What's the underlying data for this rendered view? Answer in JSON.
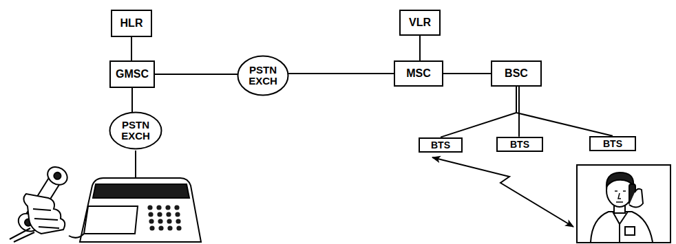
{
  "diagram": {
    "nodes": [
      {
        "text": [
          "HLR"
        ]
      },
      {
        "text": [
          "GMSC"
        ]
      },
      {
        "text": [
          "PSTN EXCH"
        ]
      },
      {
        "text": [
          "PSTN EXCH"
        ]
      },
      {
        "text": [
          "VLR"
        ]
      },
      {
        "text": [
          "MSC"
        ]
      },
      {
        "text": [
          "BSC"
        ]
      },
      {
        "text": [
          "BTS"
        ]
      },
      {
        "text": [
          "BTS"
        ]
      },
      {
        "text": [
          "BTS"
        ]
      }
    ],
    "edges": [
      {
        "from": 0,
        "to": 1,
        "arrow": "none"
      },
      {
        "from": 1,
        "to": 2,
        "arrow": "none"
      },
      {
        "from": 1,
        "to": 3,
        "arrow": "none"
      },
      {
        "from": 3,
        "to": 5,
        "arrow": "none"
      },
      {
        "from": 4,
        "to": 5,
        "arrow": "none"
      },
      {
        "from": 5,
        "to": 6,
        "arrow": "none"
      },
      {
        "from": 6,
        "to": 7,
        "arrow": "none"
      },
      {
        "from": 6,
        "to": 8,
        "arrow": "none"
      },
      {
        "from": 6,
        "to": 9,
        "arrow": "none"
      }
    ]
  }
}
